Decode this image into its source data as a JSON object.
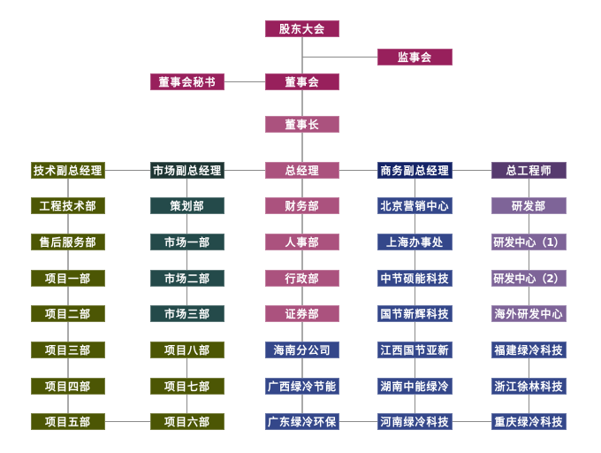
{
  "colors": {
    "governance": "#98205C",
    "chairman": "#AB527E",
    "tech_vp": "#4C5604",
    "market_vp": "#1E3533",
    "market_dept": "#244A4A",
    "project_dept": "#4C5604",
    "gm_dept": "#AB527E",
    "business_vp": "#152467",
    "business_dept": "#34478A",
    "chief_engineer": "#563A6E",
    "rd_dept": "#7E6498",
    "connector": "#A9A9A9"
  },
  "top": {
    "shareholders": "股东大会",
    "supervisors": "监事会",
    "board_secretary": "董事会秘书",
    "board": "董事会",
    "chairman": "董事长"
  },
  "columns": {
    "tech": {
      "header": "技术副总经理",
      "items": [
        "工程技术部",
        "售后服务部",
        "项目一部",
        "项目二部",
        "项目三部",
        "项目四部",
        "项目五部"
      ]
    },
    "market": {
      "header": "市场副总经理",
      "items": [
        "策划部",
        "市场一部",
        "市场二部",
        "市场三部",
        "项目八部",
        "项目七部",
        "项目六部"
      ]
    },
    "gm": {
      "header": "总经理",
      "items": [
        "财务部",
        "人事部",
        "行政部",
        "证券部",
        "海南分公司",
        "广西绿冷节能",
        "广东绿冷环保"
      ]
    },
    "business": {
      "header": "商务副总经理",
      "items": [
        "北京营销中心",
        "上海办事处",
        "中节硕能科技",
        "国节新辉科技",
        "江西国节亚新",
        "湖南中能绿冷",
        "河南绿冷科技"
      ]
    },
    "engineer": {
      "header": "总工程师",
      "items": [
        "研发部",
        "研发中心（1）",
        "研发中心（2）",
        "海外研发中心",
        "福建绿冷科技",
        "浙江徐林科技",
        "重庆绿冷科技"
      ]
    }
  }
}
